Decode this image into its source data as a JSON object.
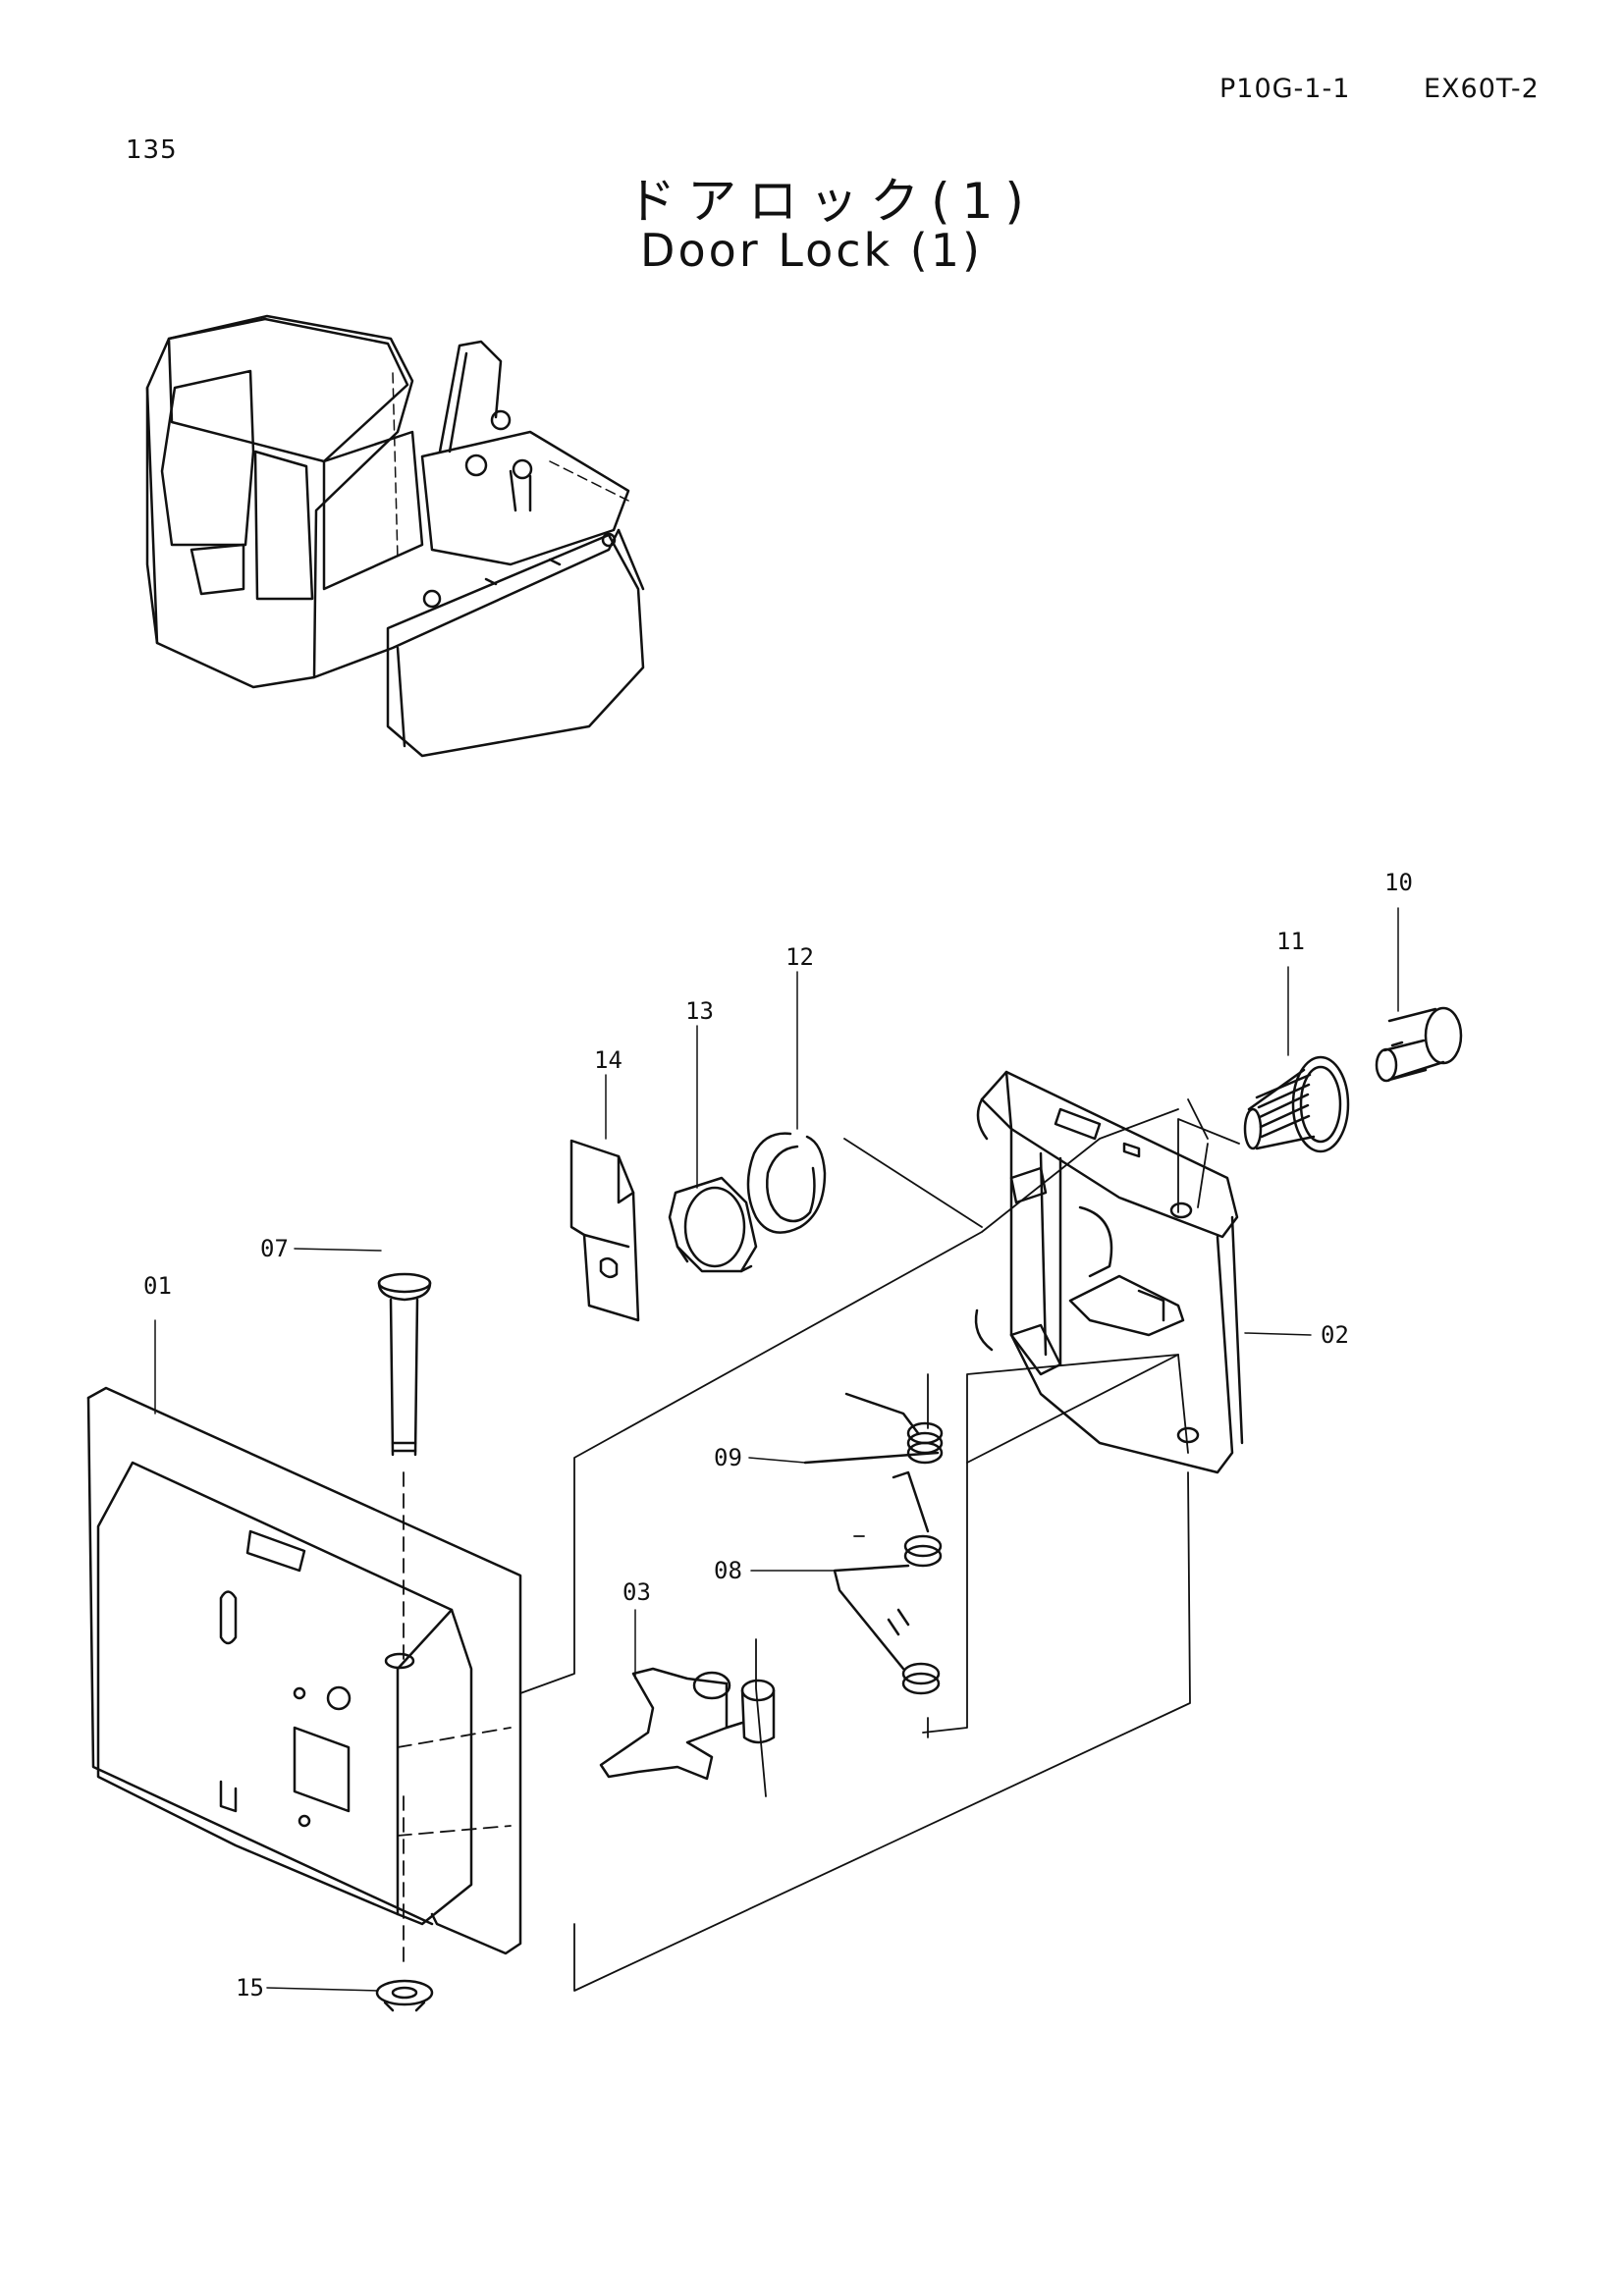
{
  "header": {
    "page_number": "135",
    "reference_code": "P10G-1-1",
    "model_code": "EX60T-2"
  },
  "title": {
    "japanese": "ドアロック(1)",
    "english": "Door Lock (1)"
  },
  "diagram": {
    "overview_image": "excavator-cab-overview",
    "parts": [
      {
        "number": "01",
        "part": "lock-plate-cover"
      },
      {
        "number": "02",
        "part": "bracket"
      },
      {
        "number": "03",
        "part": "latch"
      },
      {
        "number": "07",
        "part": "pin"
      },
      {
        "number": "08",
        "part": "spring"
      },
      {
        "number": "09",
        "part": "spring"
      },
      {
        "number": "10",
        "part": "key-cylinder"
      },
      {
        "number": "11",
        "part": "threaded-bushing"
      },
      {
        "number": "12",
        "part": "snap-ring"
      },
      {
        "number": "13",
        "part": "nut"
      },
      {
        "number": "14",
        "part": "lever"
      },
      {
        "number": "15",
        "part": "e-ring"
      }
    ],
    "line_color": "#111111"
  }
}
